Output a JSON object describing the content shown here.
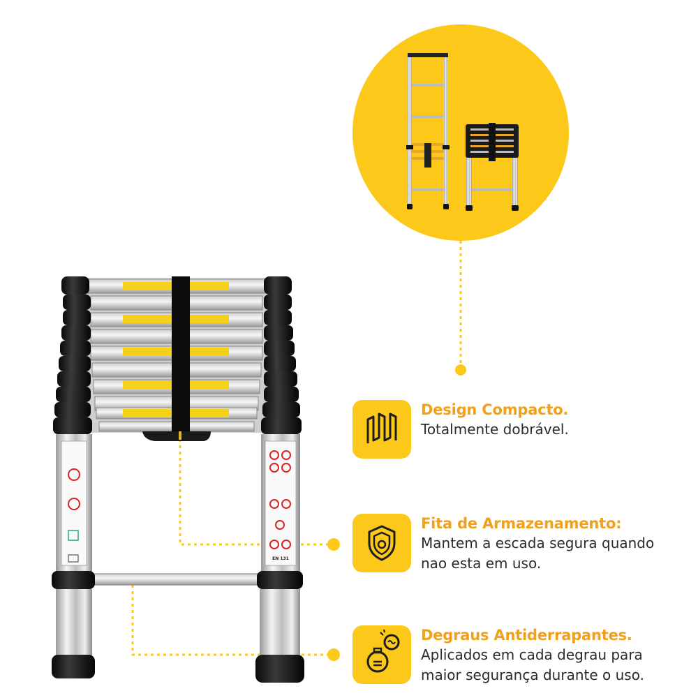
{
  "colors": {
    "accent": "#FCC91A",
    "title": "#F2A019",
    "text": "#2b2b2b",
    "dot": "#FCC91A"
  },
  "features": [
    {
      "icon": "zigzag-compact-icon",
      "title": "Design Compacto.",
      "description": [
        "Totalmente dobrável."
      ]
    },
    {
      "icon": "shield-storage-icon",
      "title": "Fita de Armazenamento:",
      "description": [
        "Mantem a escada segura quando",
        "nao esta em uso."
      ]
    },
    {
      "icon": "anti-slip-bomb-icon",
      "title": "Degraus Antiderrapantes.",
      "description": [
        "Aplicados em cada degrau para",
        "maior segurança durante o uso."
      ]
    }
  ],
  "product": {
    "name": "telescopic-ladder",
    "label_text": "EN 131"
  }
}
